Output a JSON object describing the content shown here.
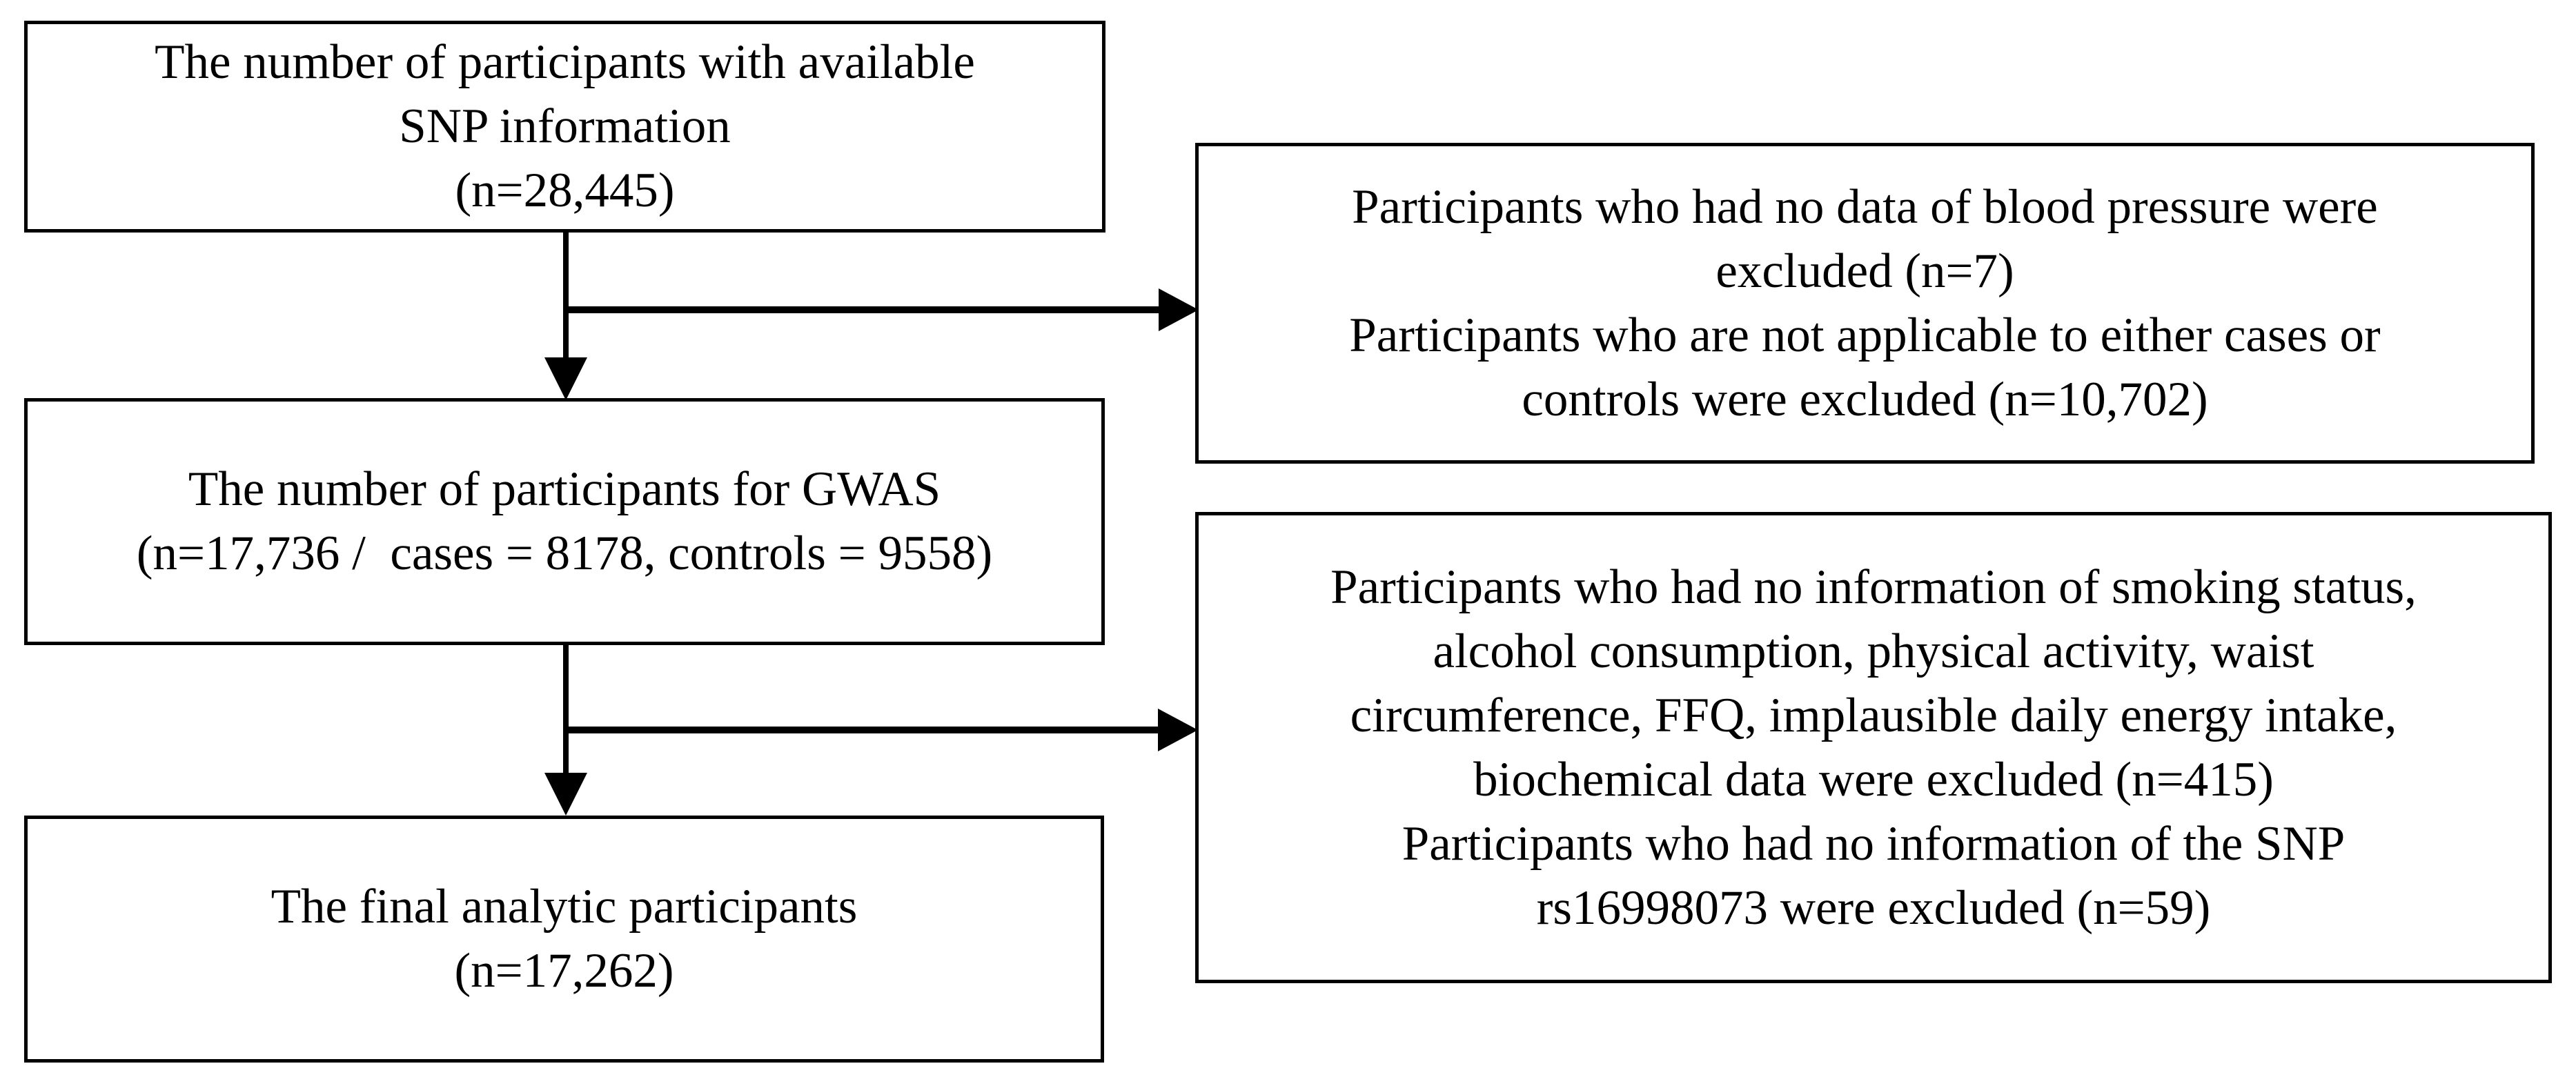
{
  "colors": {
    "background": "#ffffff",
    "box_border": "#000000",
    "box_fill": "#ffffff",
    "text": "#000000",
    "arrow": "#000000"
  },
  "flow": {
    "boxes": {
      "available_snp": {
        "id": "available_snp",
        "text": "The number of participants with available\nSNP information\n(n=28,445)"
      },
      "gwas": {
        "id": "gwas",
        "text": "The number of participants for GWAS\n(n=17,736 /  cases = 8178, controls = 9558)"
      },
      "final": {
        "id": "final",
        "text": "The final analytic participants\n(n=17,262)"
      },
      "excluded_1": {
        "id": "excluded_1",
        "text": "Participants who had no data of blood pressure were\nexcluded (n=7)\nParticipants who are not applicable to either cases or\ncontrols were excluded (n=10,702)"
      },
      "excluded_2": {
        "id": "excluded_2",
        "text": "Participants who had no information of smoking status,\nalcohol consumption, physical activity, waist\ncircumference, FFQ, implausible daily energy intake,\nbiochemical data were excluded (n=415)\nParticipants who had no information of the SNP\nrs16998073 were excluded (n=59)"
      }
    },
    "counts": {
      "available_snp": "28,445",
      "gwas_total": "17,736",
      "gwas_cases": "8178",
      "gwas_controls": "9558",
      "final_analytic": "17,262",
      "excluded_no_blood_pressure": "7",
      "excluded_not_applicable_case_control": "10,702",
      "excluded_missing_covariates": "415",
      "excluded_missing_snp_rs16998073": "59"
    },
    "edges": [
      {
        "from": "available_snp",
        "to": "gwas",
        "type": "arrow-down"
      },
      {
        "from": "available_snp",
        "to": "excluded_1",
        "type": "arrow-right-branch"
      },
      {
        "from": "gwas",
        "to": "final",
        "type": "arrow-down"
      },
      {
        "from": "gwas",
        "to": "excluded_2",
        "type": "arrow-right-branch"
      }
    ]
  }
}
